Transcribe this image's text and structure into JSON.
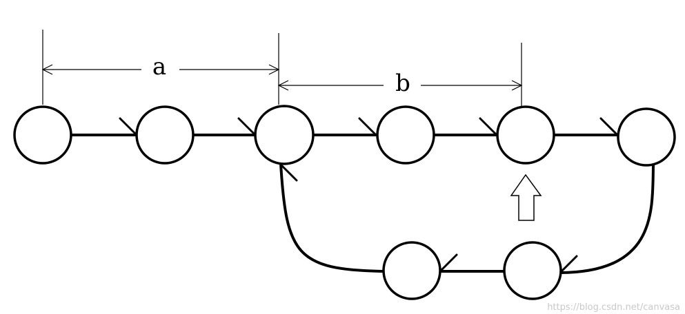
{
  "diagram": {
    "dimension_a": "a",
    "dimension_b": "b"
  },
  "watermark": {
    "text": "https://blog.csdn.net/canvasa"
  }
}
